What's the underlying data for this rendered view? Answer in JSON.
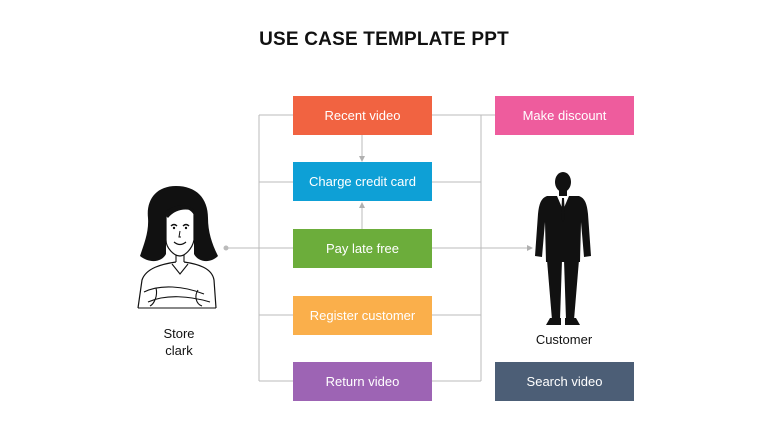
{
  "title": "USE CASE TEMPLATE PPT",
  "use_cases": {
    "recent_video": {
      "label": "Recent video",
      "color": "#F16341"
    },
    "charge_credit_card": {
      "label": "Charge credit card",
      "color": "#0EA0D6"
    },
    "pay_late_free": {
      "label": "Pay late free",
      "color": "#6CAD3B"
    },
    "register_customer": {
      "label": "Register customer",
      "color": "#FAAF4B"
    },
    "return_video": {
      "label": "Return video",
      "color": "#9D64B4"
    },
    "make_discount": {
      "label": "Make discount",
      "color": "#EE5C9D"
    },
    "search_video": {
      "label": "Search video",
      "color": "#4C5E76"
    }
  },
  "actors": {
    "store_clerk": {
      "label_line1": "Store",
      "label_line2": "clark"
    },
    "customer": {
      "label": "Customer"
    }
  },
  "connector_color": "#BBBBBB"
}
